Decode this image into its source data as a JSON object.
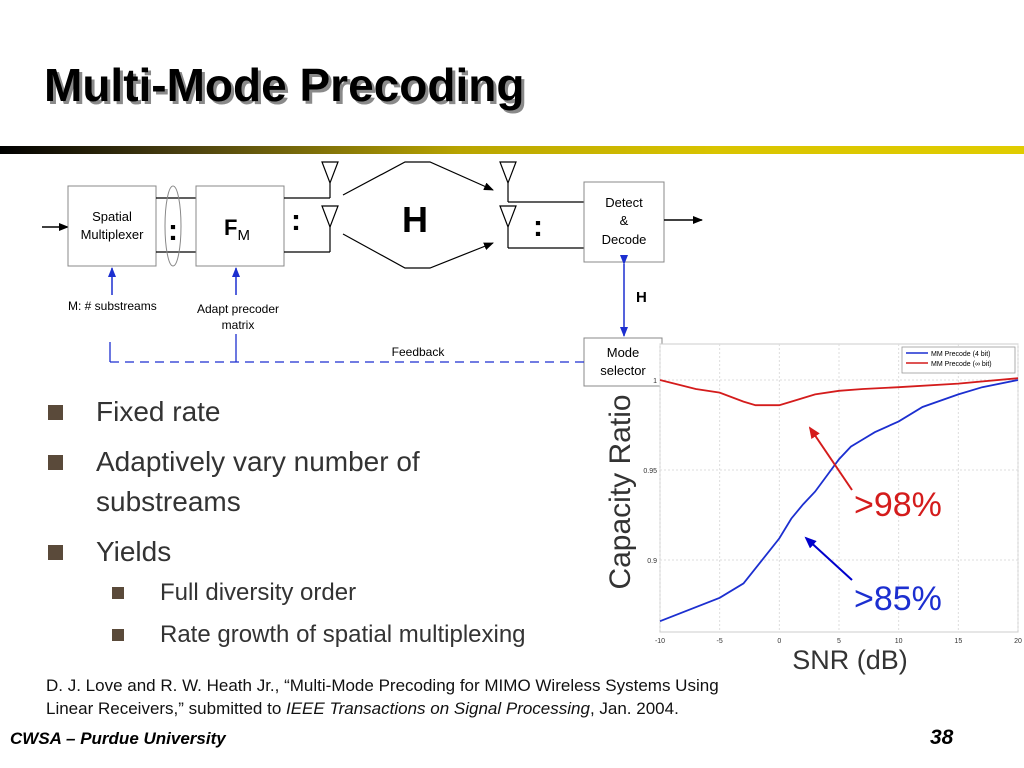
{
  "title": "Multi-Mode Precoding",
  "diagram": {
    "spatial_multiplexer": [
      "Spatial",
      "Multiplexer"
    ],
    "precoder_main": "F",
    "precoder_sub": "M",
    "channel": "H",
    "detect_decode": [
      "Detect",
      "&",
      "Decode"
    ],
    "mode_selector": [
      "Mode",
      "selector"
    ],
    "substreams_label": "M: # substreams",
    "adapt_label": [
      "Adapt precoder",
      "matrix"
    ],
    "feedback_label": "Feedback",
    "h_label": "H",
    "dots": ":"
  },
  "bullets": [
    {
      "text": "Fixed rate",
      "level": 1
    },
    {
      "text": "Adaptively vary number of",
      "level": 1
    },
    {
      "text": "substreams",
      "level": 1,
      "continuation": true
    },
    {
      "text": "Yields",
      "level": 1
    },
    {
      "text": "Full diversity order",
      "level": 2
    },
    {
      "text": "Rate growth of spatial multiplexing",
      "level": 2
    }
  ],
  "colors": {
    "title_shadow": "#8a8a8a",
    "blue_series": "#1c2fd0",
    "red_series": "#d41c1c",
    "arrow_blue": "#0000cc",
    "box_border": "#888888"
  },
  "chart_data": {
    "type": "line",
    "xlabel": "SNR (dB)",
    "ylabel": "Capacity Ratio",
    "xlim": [
      -10,
      20
    ],
    "ylim": [
      0.86,
      1.02
    ],
    "xticks": [
      "-10",
      "-5",
      "0",
      "5",
      "10",
      "15",
      "20"
    ],
    "yticks": [
      {
        "v": 1,
        "label": "1"
      },
      {
        "v": 0.95,
        "label": "0.95"
      },
      {
        "v": 0.9,
        "label": "0.9"
      }
    ],
    "grid": true,
    "legend_position": "top-right",
    "series": [
      {
        "name": "MM Precode (4 bit)",
        "color": "#1c2fd0",
        "x": [
          -10,
          -5,
          -3,
          0,
          1,
          2,
          3,
          4,
          5,
          6,
          7,
          8,
          10,
          12,
          15,
          17,
          20
        ],
        "y": [
          0.866,
          0.879,
          0.887,
          0.912,
          0.923,
          0.931,
          0.938,
          0.947,
          0.956,
          0.963,
          0.967,
          0.971,
          0.977,
          0.985,
          0.992,
          0.996,
          1.0
        ]
      },
      {
        "name": "MM Precode (∞ bit)",
        "color": "#d41c1c",
        "x": [
          -10,
          -7,
          -5,
          -3,
          -2,
          0,
          1,
          2,
          3,
          5,
          7,
          10,
          15,
          20
        ],
        "y": [
          1.0,
          0.995,
          0.993,
          0.988,
          0.986,
          0.986,
          0.988,
          0.99,
          0.992,
          0.994,
          0.995,
          0.996,
          0.998,
          1.001
        ]
      }
    ],
    "annotations": [
      {
        "text": ">98%",
        "color": "#d41c1c"
      },
      {
        "text": ">85%",
        "color": "#1c2fd0"
      }
    ]
  },
  "citation": {
    "line1": "D. J. Love and R. W. Heath Jr., “Multi-Mode Precoding for MIMO Wireless Systems Using",
    "line2_pre": "Linear Receivers,” submitted to ",
    "line2_journal": "IEEE Transactions on Signal Processing",
    "line2_post": ", Jan. 2004."
  },
  "footer": {
    "org": "CWSA – Purdue University",
    "page": "38"
  }
}
